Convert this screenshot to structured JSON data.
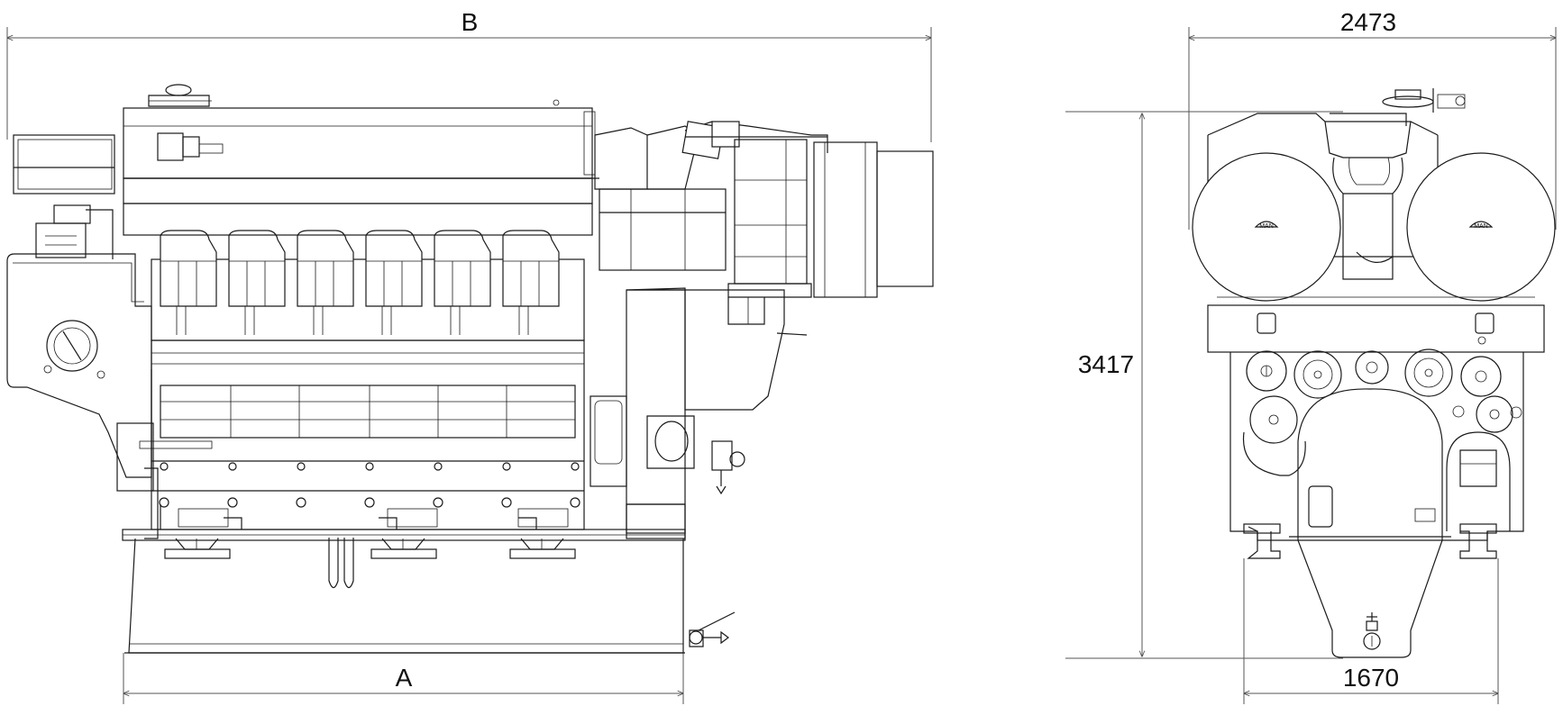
{
  "labels": {
    "dim_b": "B",
    "dim_a": "A",
    "dim_width": "2473",
    "dim_height": "3417",
    "dim_foot": "1670",
    "logo_left": "MAN",
    "logo_right": "MAN"
  }
}
